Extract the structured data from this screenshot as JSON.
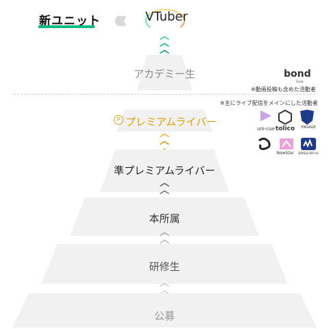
{
  "header": {
    "new_unit": "新ユニット",
    "arrows": "《《《",
    "vtuber": "VTuber"
  },
  "tiers": {
    "academy": "アカデミー生",
    "premium": "プレミアムライバー",
    "semi_premium": "準プレミアムライバー",
    "main": "本所属",
    "trainee": "研修生",
    "recruit": "公募"
  },
  "notes": {
    "bond_logo": "bond",
    "bond_sub": "live",
    "video_note": "※動画投稿も含めた活動者",
    "live_note": "※主にライブ配信をメインにした活動者"
  },
  "logos": [
    {
      "name": "uni-cue"
    },
    {
      "name": "tolico"
    },
    {
      "name": "ENGAGE"
    },
    {
      "name": "hook"
    },
    {
      "name": "NowStar"
    },
    {
      "name": "sosu-on-u"
    }
  ],
  "colors": {
    "accent_green": "#10b981",
    "gold": "#d4a017",
    "premium_text": "#e0a000",
    "tier_bg": "#f1f1f1"
  }
}
